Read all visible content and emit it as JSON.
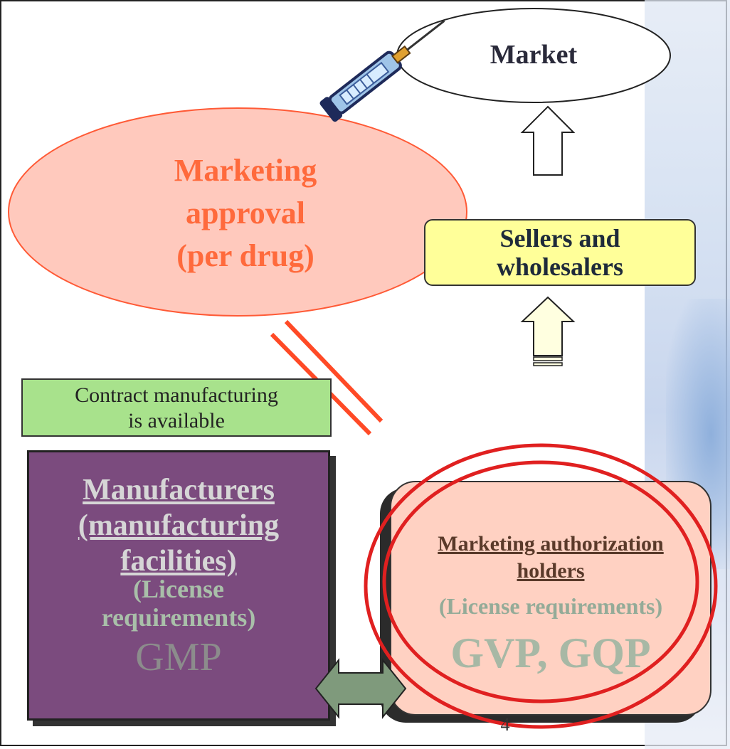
{
  "nodes": {
    "market": "Market",
    "marketing_approval": [
      "Marketing",
      "approval",
      "(per drug)"
    ],
    "sellers": [
      "Sellers and",
      "wholesalers"
    ],
    "contract": [
      "Contract manufacturing",
      "is available"
    ],
    "manufacturers": {
      "title": [
        "Manufacturers",
        "(manufacturing",
        "facilities)"
      ],
      "requirement": [
        "(License",
        "requirements)"
      ],
      "standard": "GMP"
    },
    "mah": {
      "title": [
        "Marketing authorization",
        "holders"
      ],
      "requirement": "(License requirements)",
      "standard": "GVP, GQP"
    }
  },
  "page_number": "4",
  "colors": {
    "approval_fill": "#ffc9bd",
    "approval_text": "#ff6a3c",
    "sellers_fill": "#ffff99",
    "contract_fill": "#a8e28c",
    "manufacturer_fill": "#7b4b7e",
    "mah_fill": "#ffd1c2",
    "circle_stroke": "#e02020",
    "double_arrow_fill": "#7f9a7c"
  }
}
